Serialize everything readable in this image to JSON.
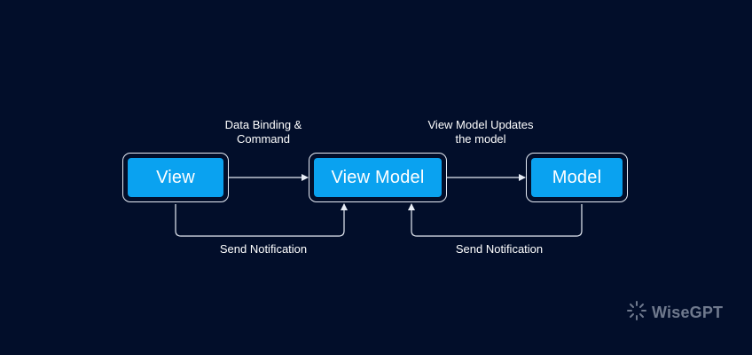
{
  "nodes": {
    "view": "View",
    "view_model": "View Model",
    "model": "Model"
  },
  "labels": {
    "data_binding_line1": "Data Binding &",
    "data_binding_line2": "Command",
    "updates_line1": "View Model Updates",
    "updates_line2": "the model",
    "send_notification_left": "Send Notification",
    "send_notification_right": "Send Notification"
  },
  "logo": {
    "text": "WiseGPT",
    "icon": "wisegpt-logo-icon"
  },
  "colors": {
    "background": "#020e2a",
    "node_fill": "#0aa2f0",
    "node_border": "#e7ecf5",
    "line": "#e7ecf5"
  }
}
